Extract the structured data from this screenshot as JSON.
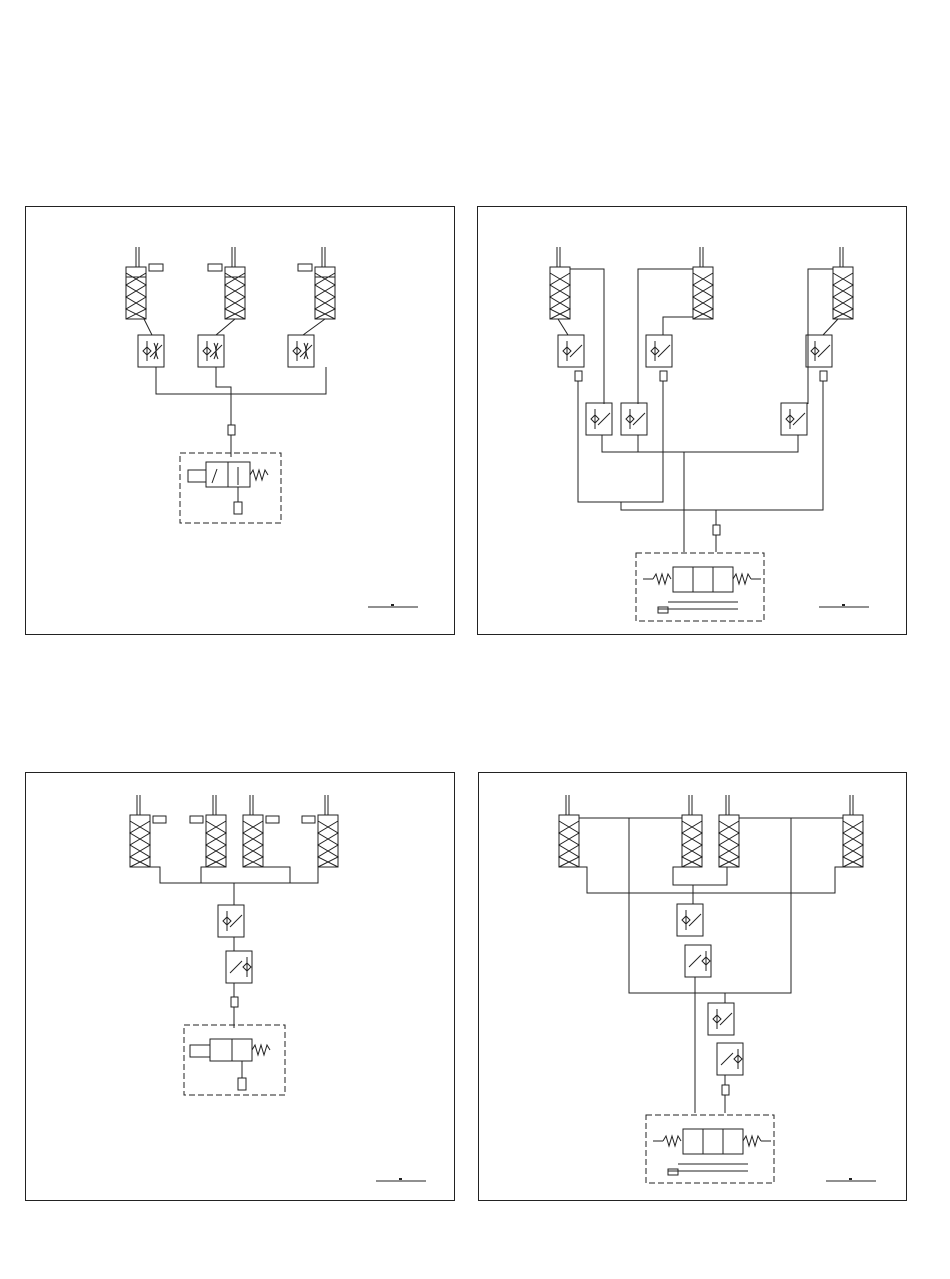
{
  "panels": [
    {
      "id": "panel-1",
      "description_key": "single-acting"
    },
    {
      "id": "panel-2",
      "description_key": "double-acting"
    },
    {
      "id": "panel-3",
      "description_key": "single-acting-four"
    },
    {
      "id": "panel-4",
      "description_key": "double-acting-four"
    }
  ],
  "colors": {
    "line": "#222222",
    "light": "#555555",
    "background": "#ffffff"
  },
  "icons": [
    "cylinder-icon",
    "flow-control-valve-icon",
    "filter-icon",
    "solenoid-valve-icon",
    "spring-icon",
    "exhaust-muffler-icon"
  ]
}
